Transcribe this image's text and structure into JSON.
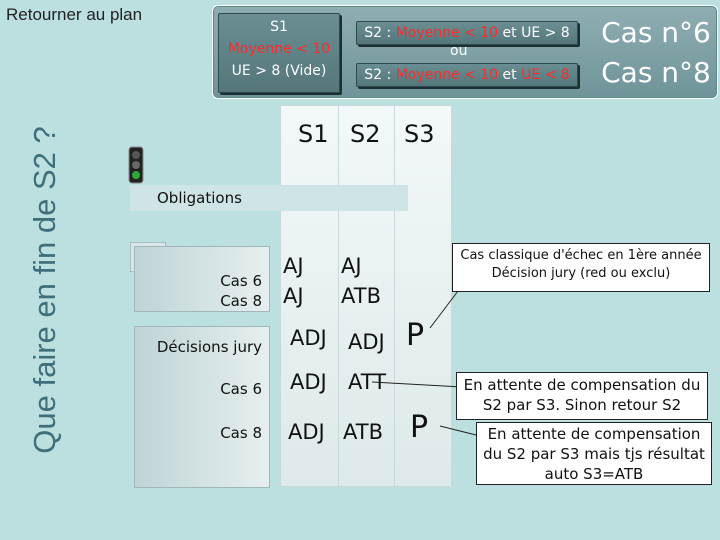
{
  "nav": {
    "back_label": "Retourner au plan"
  },
  "slide_title": "Que faire en fin de S2 ?",
  "s1_box": {
    "line1": "S1",
    "line2": "Moyenne < 10",
    "line3": "UE > 8 (Vide)"
  },
  "s2_box1": {
    "prefix": "S2 : ",
    "red": "Moyenne < 10",
    "suffix": " et UE > 8"
  },
  "separator": "ou",
  "s2_box2": {
    "prefix": "S2 : ",
    "red": "Moyenne < 10",
    "mid": " et ",
    "red2": "UE < 8"
  },
  "cases": {
    "line1": "Cas n°6",
    "line2": "Cas n°8"
  },
  "columns": {
    "s1": "S1",
    "s2": "S2",
    "s3": "S3"
  },
  "obligations": "Obligations",
  "rows": {
    "cas6": "Cas 6",
    "cas8": "Cas 8",
    "aj_s1_a": "AJ",
    "aj_s1_b": "AJ",
    "aj_s2": "AJ",
    "atb_s2": "ATB",
    "decisions": "Décisions jury",
    "adj_1": "ADJ",
    "adj_2": "ADJ",
    "p_1": "P",
    "cas6b": "Cas 6",
    "adj_3": "ADJ",
    "att": "ATT",
    "cas8b": "Cas 8",
    "adj_4": "ADJ",
    "atb_2": "ATB",
    "p_2": "P"
  },
  "notes": {
    "n1_line1": "Cas classique d'échec en 1ère année",
    "n1_line2": "Décision jury (red ou exclu)",
    "n2_line1": "En attente de compensation du",
    "n2_line2": "S2 par S3. Sinon retour S2",
    "n3_line1": "En attente de compensation",
    "n3_line2": "du S2 par S3 mais tjs résultat",
    "n3_line3": "auto S3=ATB"
  },
  "colors": {
    "background": "#bcdfe0",
    "title": "#3f6f7a",
    "highlight": "#ff2a2a"
  },
  "icons": [
    "traffic-light-icon",
    "cones-icon"
  ]
}
